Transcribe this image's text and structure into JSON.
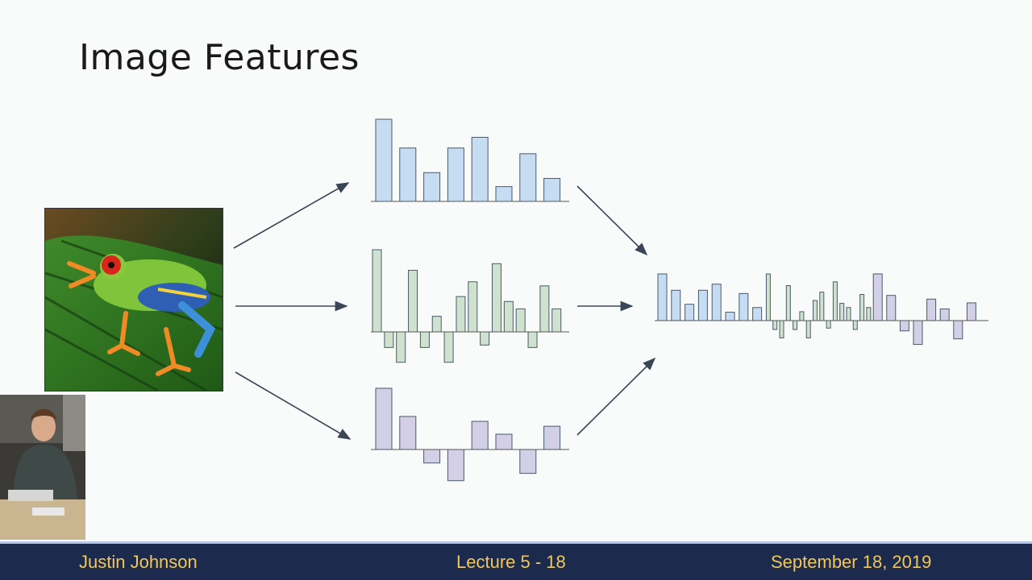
{
  "slide": {
    "title": "Image Features"
  },
  "footer": {
    "author": "Justin Johnson",
    "lecture": "Lecture 5 - 18",
    "date": "September 18, 2019"
  },
  "colors": {
    "blue_fill": "#c6dcf2",
    "green_fill": "#cfe2cf",
    "purple_fill": "#d3cfe6",
    "stroke": "#4a5a6a",
    "footer_bg": "#1c2a4d",
    "footer_text": "#f1c75a"
  },
  "chart_data": [
    {
      "type": "bar",
      "name": "blue",
      "values": [
        10,
        6.5,
        3.5,
        6.5,
        7.8,
        1.8,
        5.8,
        2.8
      ]
    },
    {
      "type": "bar",
      "name": "green",
      "values": [
        10,
        -1.9,
        -3.7,
        7.5,
        -1.9,
        1.9,
        -3.7,
        4.3,
        6.1,
        -1.6,
        8.3,
        3.7,
        2.8,
        -1.9,
        5.6,
        2.8
      ]
    },
    {
      "type": "bar",
      "name": "purple",
      "values": [
        10,
        5.4,
        -2.2,
        -5.1,
        4.6,
        2.5,
        -3.9,
        3.8
      ]
    },
    {
      "type": "bar",
      "name": "concatenated",
      "values": [
        10,
        6.5,
        3.5,
        6.5,
        7.8,
        1.8,
        5.8,
        2.8,
        10,
        -1.9,
        -3.7,
        7.5,
        -1.9,
        1.9,
        -3.7,
        4.3,
        6.1,
        -1.6,
        8.3,
        3.7,
        2.8,
        -1.9,
        5.6,
        2.8,
        10,
        5.4,
        -2.2,
        -5.1,
        4.6,
        2.5,
        -3.9,
        3.8
      ]
    }
  ]
}
